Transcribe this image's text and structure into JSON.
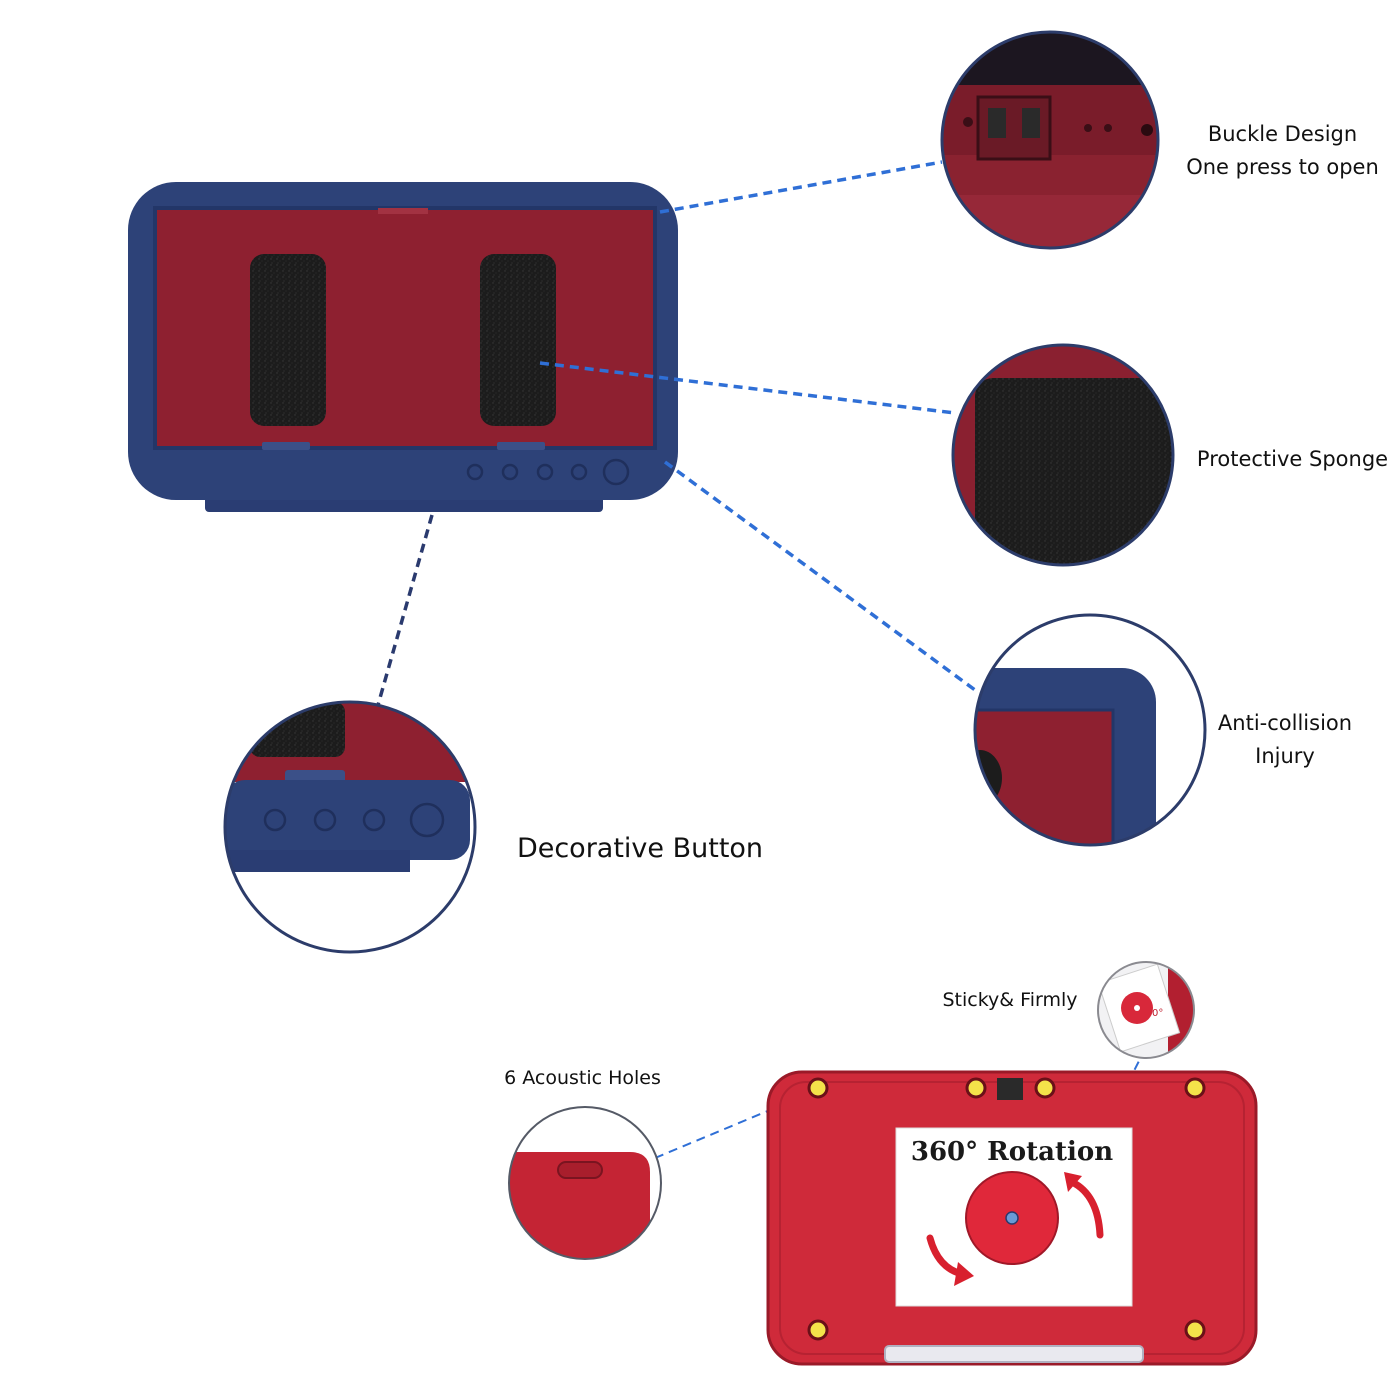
{
  "colors": {
    "frame_blue": "#2d4278",
    "inner_red": "#8e2030",
    "sponge_black": "#1c1c1c",
    "back_red": "#cf2a3a",
    "leader_blue": "#2f6fd6",
    "leader_dark": "#2a3a6e",
    "button_yellow": "#f4e24a"
  },
  "callouts": {
    "buckle": {
      "line1": "Buckle Design",
      "line2": "One press to open"
    },
    "sponge": {
      "line1": "Protective Sponge"
    },
    "anticollision": {
      "line1": "Anti-collision",
      "line2": "Injury"
    },
    "decorative": {
      "line1": "Decorative Button"
    },
    "sticky": {
      "line1": "Sticky& Firmly"
    },
    "acoustic": {
      "line1": "6 Acoustic Holes"
    }
  },
  "back_panel": {
    "rotation_label": "360° Rotation",
    "dial_marks": [
      "90",
      "0°"
    ]
  },
  "icons": [
    "decorative-button-icon",
    "rotation-arrow-icon",
    "acoustic-hole-icon"
  ]
}
